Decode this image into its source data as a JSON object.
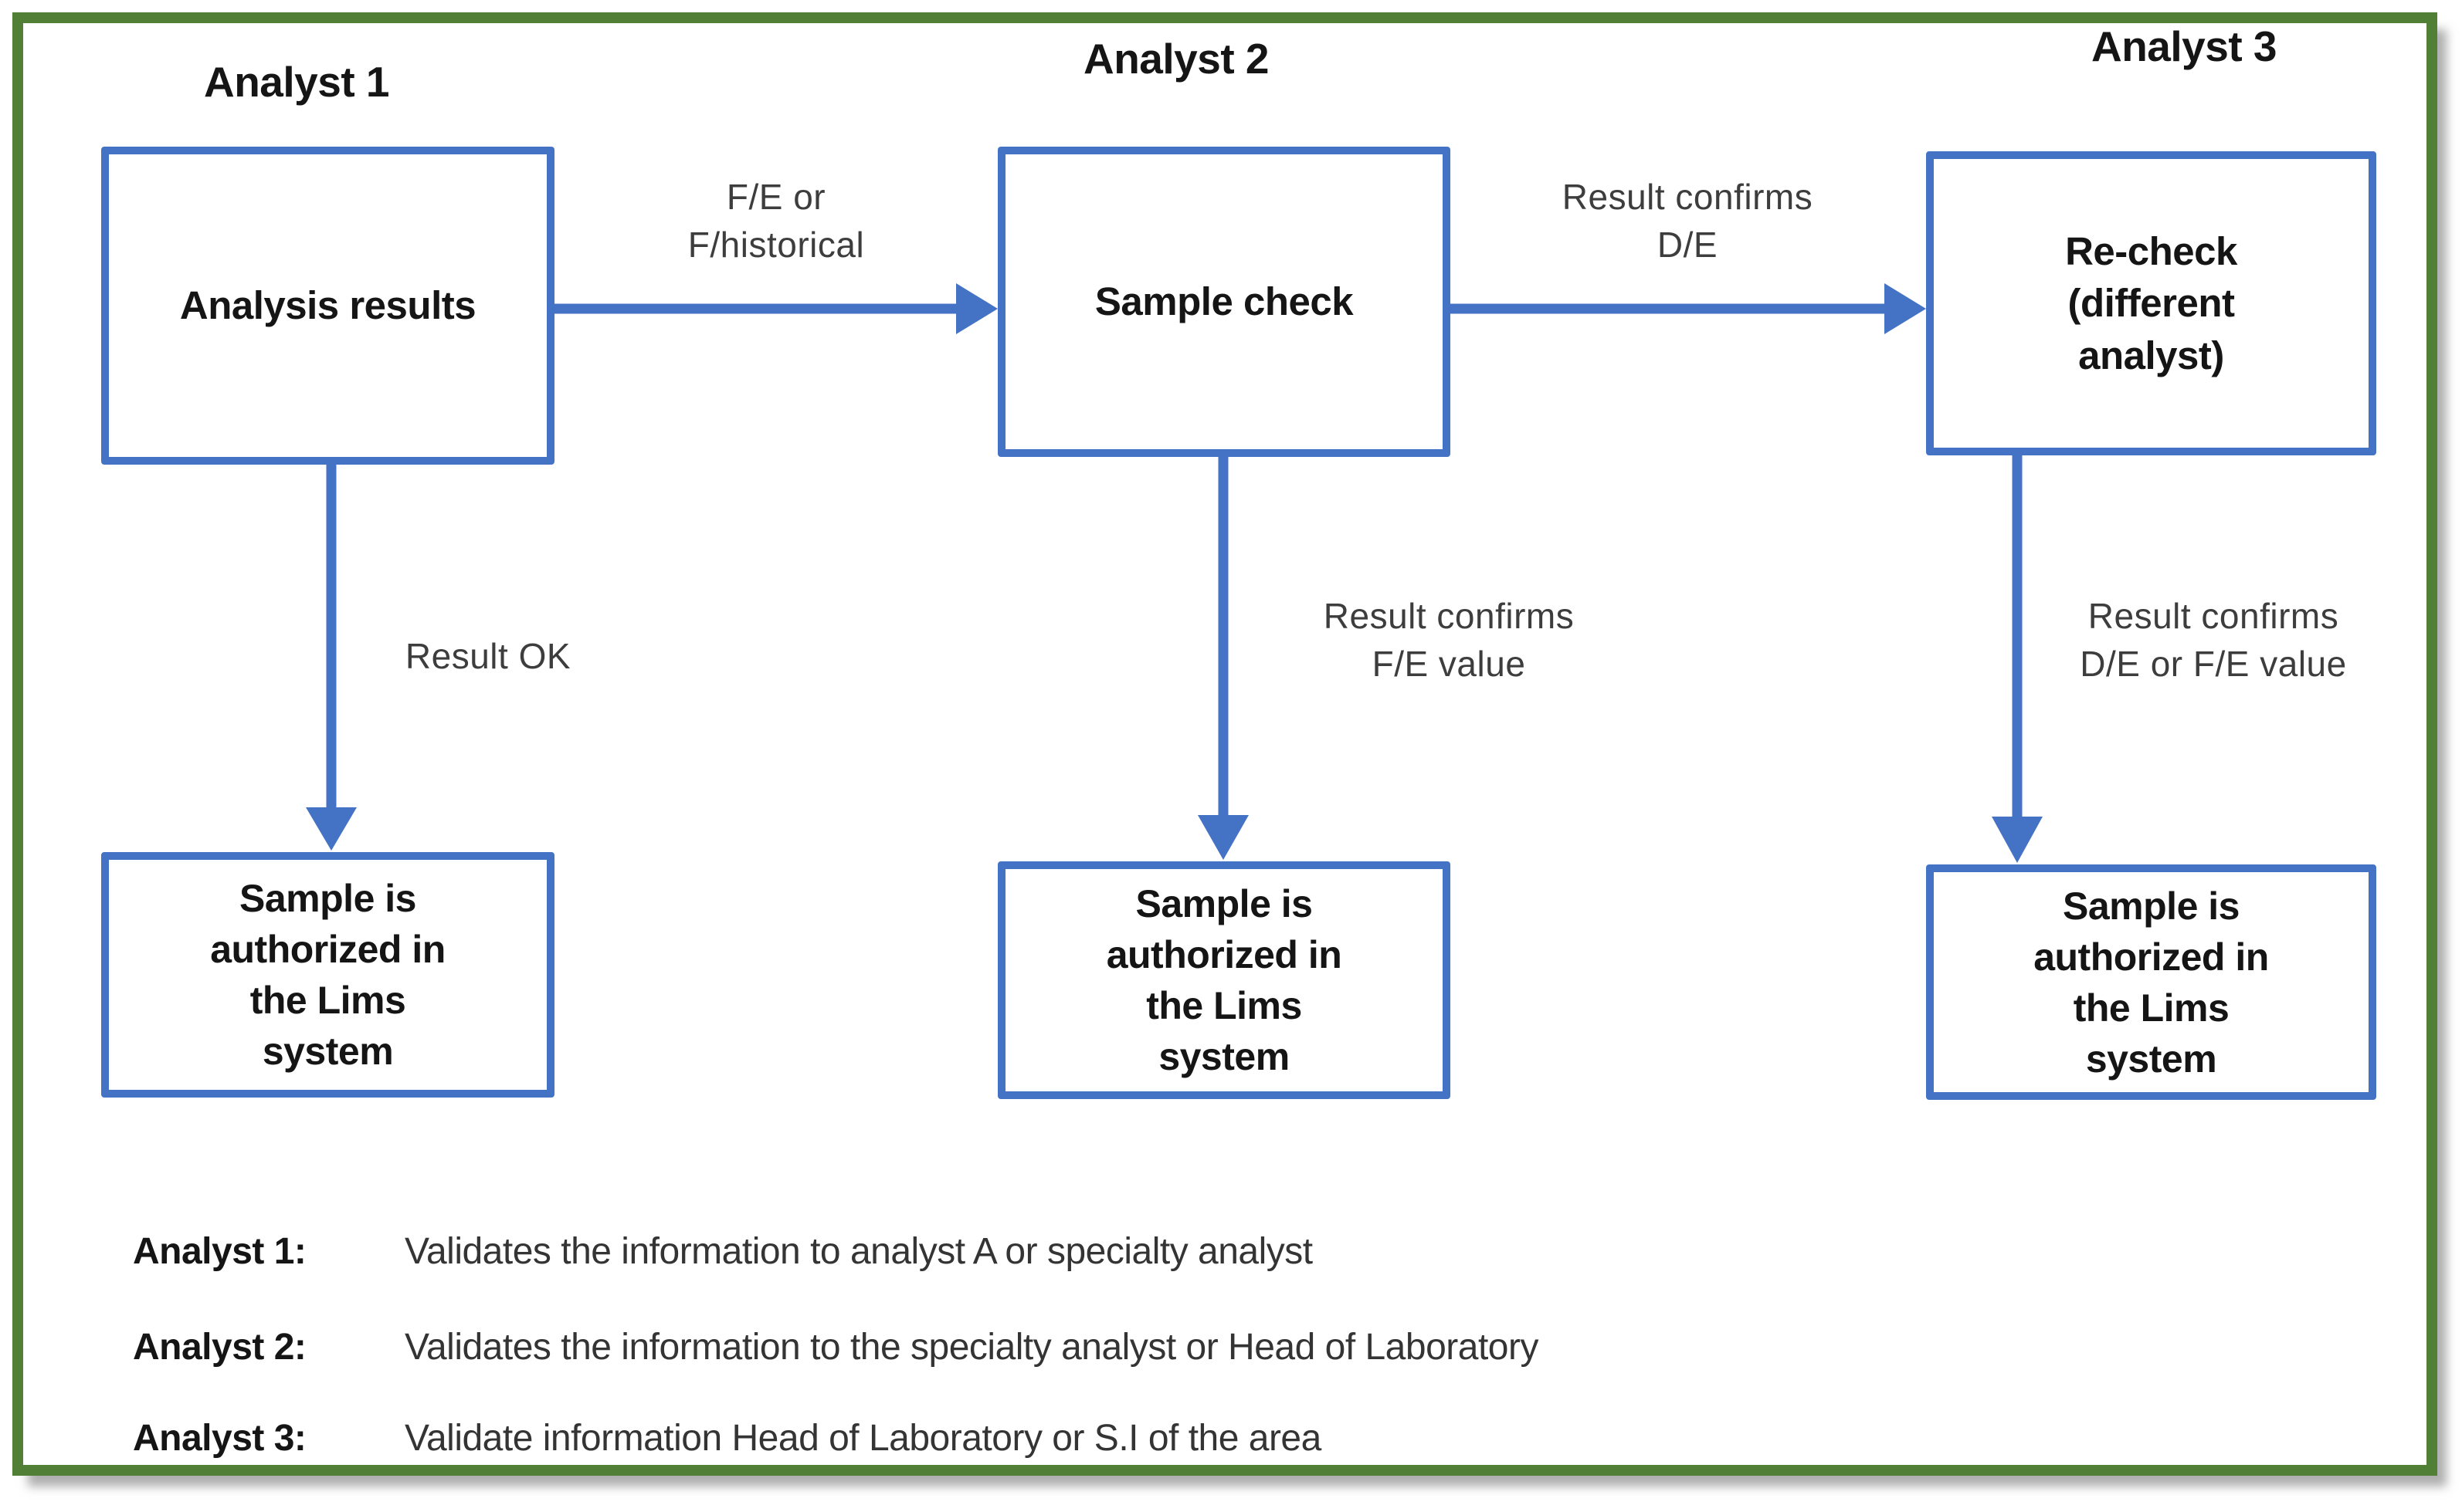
{
  "colors": {
    "frame_green": "#527f36",
    "box_blue": "#4472c4",
    "text_dark": "#151515",
    "label_gray": "#3d3d3d",
    "legend_gray": "#343434"
  },
  "columns": [
    {
      "heading": "Analyst 1",
      "top_box": "Analysis results",
      "down_arrow_label": "Result OK",
      "bottom_box": "Sample is\nauthorized in\nthe Lims\nsystem"
    },
    {
      "heading": "Analyst 2",
      "top_box": "Sample check",
      "down_arrow_label": "Result confirms\nF/E value",
      "bottom_box": "Sample is\nauthorized in\nthe Lims\nsystem"
    },
    {
      "heading": "Analyst 3",
      "top_box": "Re-check\n(different\nanalyst)",
      "down_arrow_label": "Result confirms\nD/E or F/E value",
      "bottom_box": "Sample is\nauthorized in\nthe Lims\nsystem"
    }
  ],
  "flow_arrows": [
    {
      "label": "F/E or\nF/historical"
    },
    {
      "label": "Result confirms\nD/E"
    }
  ],
  "legend": [
    {
      "label": "Analyst 1:",
      "text": "Validates the information to analyst A or specialty analyst"
    },
    {
      "label": "Analyst 2:",
      "text": "Validates the information to the specialty analyst or Head of Laboratory"
    },
    {
      "label": "Analyst 3:",
      "text": "Validate information Head of Laboratory or S.I of the area"
    }
  ]
}
